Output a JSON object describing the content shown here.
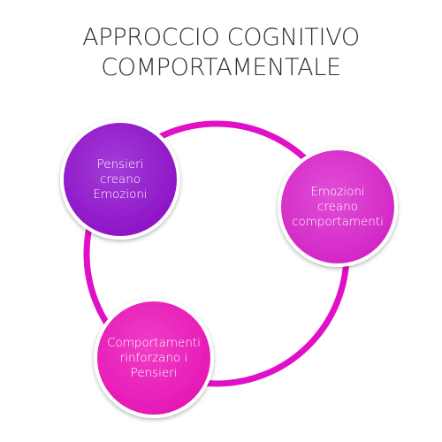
{
  "title": {
    "line1": "APPROCCIO COGNITIVO",
    "line2": "COMPORTAMENTALE"
  },
  "cycle": {
    "ring_color": "#e00fc8",
    "nodes": [
      {
        "id": "pensieri",
        "label": "Pensieri\ncreano\nEmozioni",
        "color_inner": "#a23dd8",
        "color_outer": "#8c10c4"
      },
      {
        "id": "emozioni",
        "label": "Emozioni\ncreano\ncomportamenti",
        "color_inner": "#e04fd6",
        "color_outer": "#d222c4"
      },
      {
        "id": "comportamenti",
        "label": "Comportamenti\nrinforzano i\nPensieri",
        "color_inner": "#f03ec6",
        "color_outer": "#e414b4"
      }
    ]
  }
}
